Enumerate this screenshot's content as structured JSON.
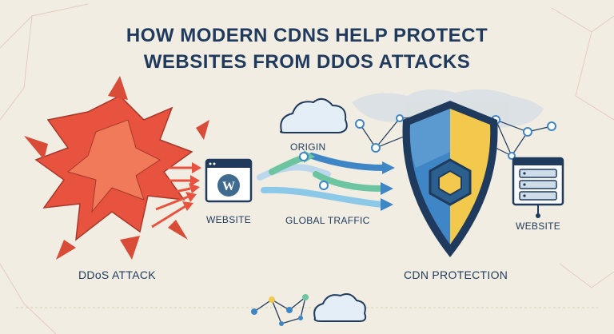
{
  "title": {
    "line1": "HOW MODERN CDNS HELP PROTECT",
    "line2": "WEBSITES FROM DDOS ATTACKS"
  },
  "labels": {
    "ddos_attack": "DDoS ATTACK",
    "website_left": "WEBSITE",
    "origin": "ORIGIN",
    "global_traffic": "GLOBAL TRAFFIC",
    "cdn_protection": "CDN PROTECTION",
    "website_right": "WEBSITE"
  },
  "colors": {
    "navy": "#1f3a5c",
    "attack_red": "#e8533f",
    "shield_blue": "#3f86c6",
    "shield_gold": "#f2c94c",
    "traffic_blue": "#3f86c6",
    "traffic_green": "#6cc4a1",
    "background": "#f1ede3"
  },
  "icons": [
    "explosion-shape",
    "wordpress-icon",
    "cloud-icon",
    "shield-icon",
    "hexagon-core-icon",
    "server-icon",
    "network-nodes-icon",
    "world-map"
  ]
}
